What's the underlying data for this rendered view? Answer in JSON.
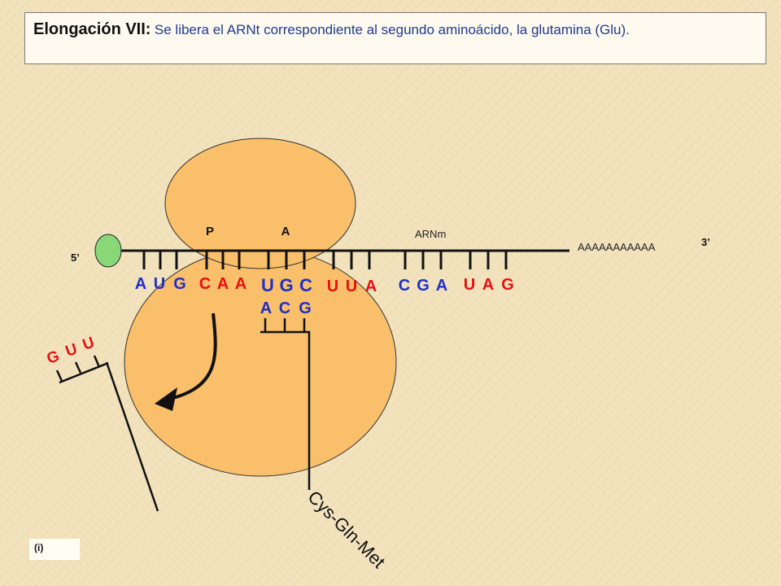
{
  "header": {
    "title_strong": "Elongación VII:",
    "title_rest": "Se libera el ARNt correspondiente al segundo aminoácido, la glutamina (Glu)."
  },
  "mrna": {
    "label": "ARNm",
    "end5": "5’",
    "end3": "3’",
    "polyA": "AAAAAAAAAAA",
    "codons": [
      {
        "bases": [
          "A",
          "U",
          "G"
        ],
        "color": "#1f2fc7"
      },
      {
        "bases": [
          "C",
          "A",
          "A"
        ],
        "color": "#e81010"
      },
      {
        "bases": [
          "U",
          "G",
          "C"
        ],
        "color": "#1f2fc7"
      },
      {
        "bases": [
          "U",
          "U",
          "A"
        ],
        "color": "#e81010"
      },
      {
        "bases": [
          "C",
          "G",
          "A"
        ],
        "color": "#1f2fc7"
      },
      {
        "bases": [
          "U",
          "A",
          "G"
        ],
        "color": "#e81010"
      }
    ]
  },
  "ribosome": {
    "site_p": "P",
    "site_a": "A",
    "color": "#f9bf6a"
  },
  "trna_bound": {
    "anticodon": [
      "A",
      "C",
      "G"
    ],
    "color": "#1f2fc7",
    "peptide": "Cys-Gln-Met"
  },
  "trna_released": {
    "anticodon": [
      "G",
      "U",
      "U"
    ],
    "color": "#e81010"
  },
  "footer": {
    "caption": "(i)"
  },
  "colors": {
    "background": "#f2e2bc",
    "blue_bases": "#1f2fc7",
    "red_bases": "#e81010",
    "cap": "#88d878"
  }
}
